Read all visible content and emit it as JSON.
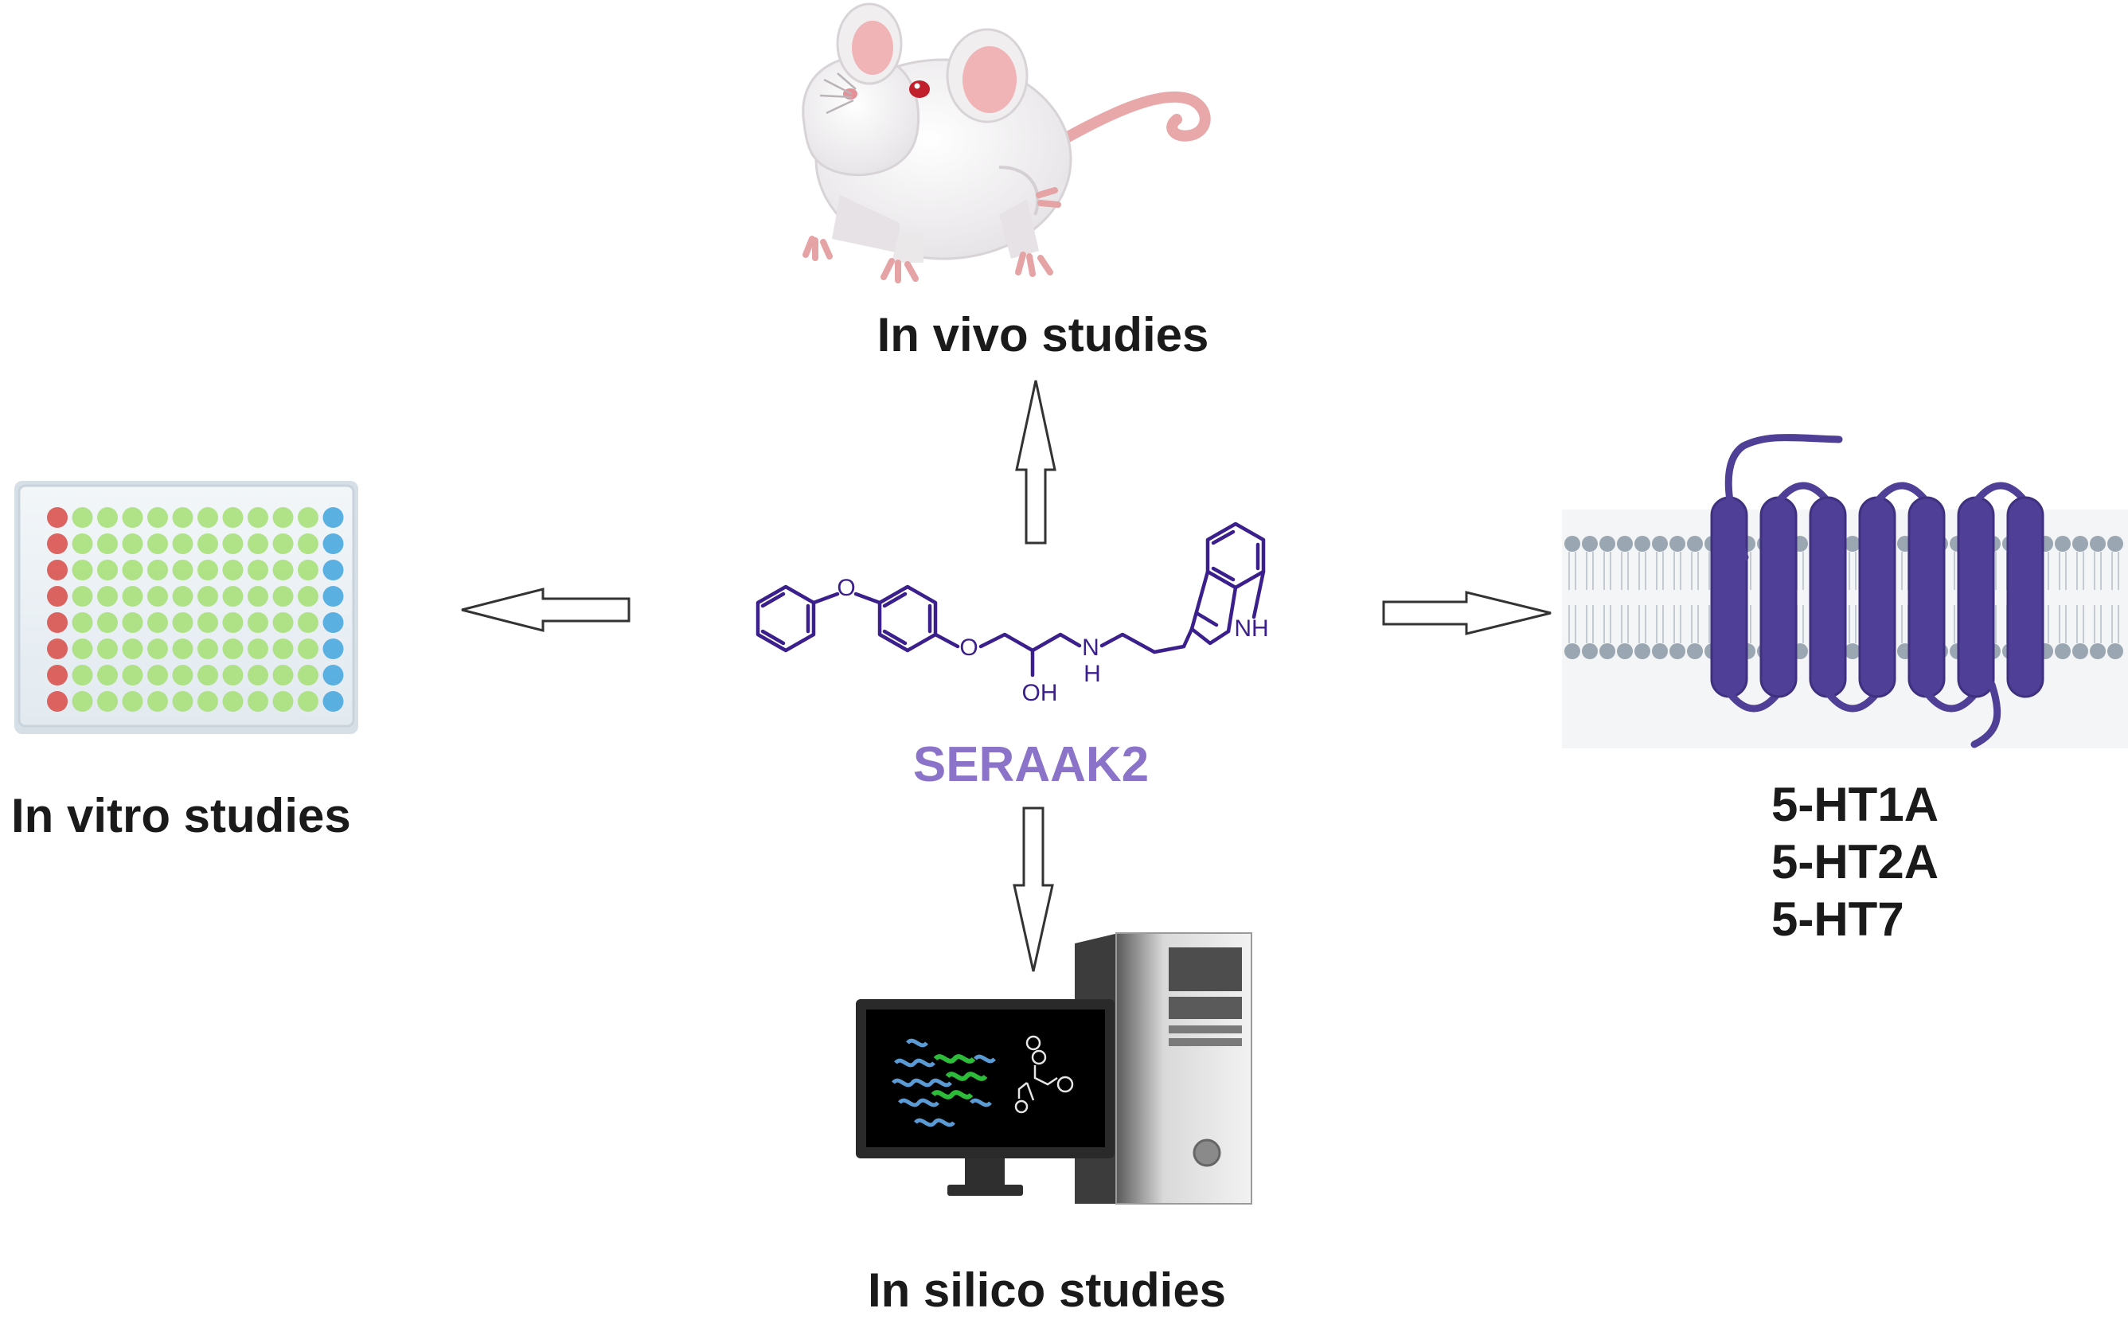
{
  "labels": {
    "in_vivo": "In vivo studies",
    "in_vitro": "In vitro studies",
    "in_silico": "In silico studies",
    "compound": "SERAAK2"
  },
  "receptors": [
    "5-HT1A",
    "5-HT2A",
    "5-HT7"
  ],
  "structure_atoms": {
    "oxygen": "O",
    "hydroxyl": "OH",
    "amine": "N",
    "amine_h": "H",
    "indole_nh": "NH"
  },
  "colors": {
    "molecule": "#3b1f8c",
    "compound_label": "#8a73c9",
    "receptor": "#4f3f96",
    "membrane_head": "#9aa6b2",
    "plate_red": "#d9534f",
    "plate_green": "#a8e07a",
    "plate_blue": "#4aa8df",
    "arrow_stroke": "#333333"
  },
  "icons": [
    "mouse-illustration",
    "well-plate-illustration",
    "gpcr-membrane-illustration",
    "computer-illustration"
  ]
}
